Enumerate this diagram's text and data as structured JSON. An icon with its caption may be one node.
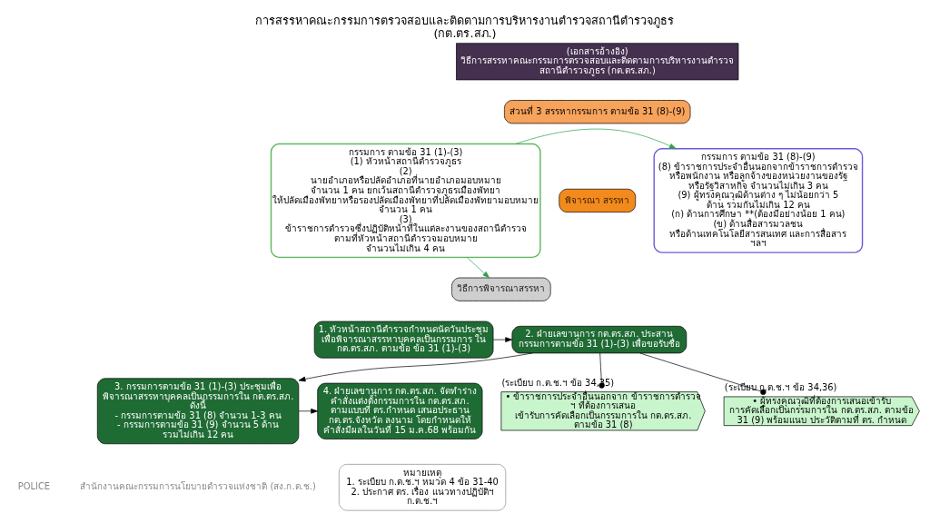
{
  "diagram": {
    "title": "การสรรหาคณะกรรมการตรวจสอบและติดตามการบริหารงานตำรวจสถานีตำรวจภูธร (กต.ตร.สภ.)",
    "nodes": [
      {
        "text": [
          "(เอกสารอ้างอิง) วิธีการสรรหาคณะกรรมการตรวจสอบและติดตามการบริหารงานตำรวจ สถานีตำรวจภูธร (กต.ตร.สภ.)"
        ]
      },
      {
        "text": [
          "ส่วนที่ 3 สรรหากรรมการ ตามข้อ 31 (8)-(9)"
        ]
      },
      {
        "text": [
          "กรรมการ ตามข้อ 31 (1)-(3)",
          "(1) หัวหน้าสถานีตำรวจภูธร",
          "(2) นายอำเภอหรือปลัดอำเภอที่นายอำเภอมอบหมาย จำนวน 1 คน ยกเว้นสถานีตำรวจภูธรเมืองพัทยา ให้ปลัดเมืองพัทยาหรือรองปลัดเมืองพัทยาที่ปลัดเมืองพัทยามอบหมาย จำนวน 1 คน",
          "(3) ข้าราชการตำรวจซึ่งปฏิบัติหน้าที่ในแต่ละงานของสถานีตำรวจ ตามที่หัวหน้าสถานีตำรวจมอบหมาย จำนวนไม่เกิน 4 คน"
        ]
      },
      {
        "text": [
          "พิจารณา สรรหา"
        ]
      },
      {
        "text": [
          "กรรมการ ตามข้อ 31 (8)-(9)",
          "(8) ข้าราชการประจำอื่นนอกจากข้าราชการตำรวจ หรือพนักงาน หรือลูกจ้างของหน่วยงานของรัฐ หรือรัฐวิสาหกิจ จำนวนไม่เกิน 3 คน",
          "(9) ผู้ทรงคุณวุฒิด้านต่าง ๆ ไม่น้อยกว่า 5 ด้าน รวมกันไม่เกิน 12 คน",
          "(ก) ด้านการศึกษา **(ต้องมีอย่างน้อย 1 คน)",
          "(ข) ด้านสื่อสารมวลชน หรือด้านเทคโนโลยีสารสนเทศ และการสื่อสาร",
          "ฯลฯ"
        ]
      },
      {
        "text": [
          "วิธีการพิจารณาสรรหา"
        ]
      },
      {
        "text": [
          "1. หัวหน้าสถานีตำรวจกำหนดนัดวันประชุม เพื่อพิจารณาสรรหาบุคคลเป็นกรรมการ ใน กต.ตร.สภ. ตามข้อ ข้อ 31 (1)-(3)"
        ]
      },
      {
        "text": [
          "2. ฝ่ายเลขานุการ กต.ตร.สภ. ประสาน กรรมการตามข้อ 31 (1)-(3) เพื่อขอรับชื่อ"
        ]
      },
      {
        "text": [
          "• ข้าราชการประจำอื่นนอกจาก ข้าราชการตำรวจ ฯ ที่ต้องการเสนอ เข้ารับการคัดเลือกเป็นกรรมการใน กต.ตร.สภ. ตามข้อ 31 (8)"
        ],
        "beside": [
          "(ระเบียบ ก.ต.ช.ฯ ข้อ 34,35)"
        ]
      },
      {
        "text": [
          "• ผู้ทรงคุณวุฒิที่ต้องการเสนอเข้ารับ การคัดเลือกเป็นกรรมการใน กต.ตร.สภ. ตามข้อ 31 (9) พร้อมแนบ ประวัติตามที่ ตร. กำหนด"
        ],
        "beside": [
          "(ระเบียบ ก.ต.ช.ฯ ข้อ 34,36)"
        ]
      },
      {
        "text": [
          "3. กรรมการตามข้อ 31 (1)-(3) ประชุมเพื่อ พิจารณาสรรหาบุคคลเป็นกรรมการใน กต.ตร.สภ. ดังนี้",
          "- กรรมการตามข้อ 31 (8) จำนวน 1-3 คน",
          "- กรรมการตามข้อ 31 (9) จำนวน 5 ด้าน รวมไม่เกิน 12 คน"
        ]
      },
      {
        "text": [
          "4. ฝ่ายเลขานุการ กต.ตร.สภ. จัดทำร่าง คำสั่งแต่งตั้งกรรมการใน กต.ตร.สภ. ตามแบบที่ ตร.กำหนด เสนอประธาน กต.ตร.จังหวัด ลงนาม โดยกำหนดให้",
          "คำสั่งมีผลในวันที่ 15 ม.ค.68 พร้อมกัน"
        ]
      },
      {
        "text": [
          "หมายเหตุ",
          "1. ระเบียบ ก.ต.ช.ฯ หมวด 4 ข้อ 31-40",
          "2. ประกาศ ตร. เรื่อง แนวทางปฏิบัติฯ ก.ต.ช.ฯ"
        ]
      }
    ],
    "edges": [
      {
        "from": 2,
        "to": 4,
        "arrow": "to",
        "color": "#2e9e4f"
      },
      {
        "from": 2,
        "to": 5,
        "arrow": "to",
        "color": "#2e9e4f"
      },
      {
        "from": 6,
        "to": 7,
        "arrow": "to"
      },
      {
        "from": 7,
        "to": 8,
        "arrow": "other"
      },
      {
        "from": 7,
        "to": 9,
        "arrow": "other"
      },
      {
        "from": 7,
        "to": 10,
        "arrow": "to"
      },
      {
        "from": 10,
        "to": 11,
        "arrow": "to"
      }
    ],
    "labels": [
      "POLICE",
      "สำนักงานคณะกรรมการนโยบายตำรวจแห่งชาติ (สง.ก.ต.ช.)"
    ]
  }
}
